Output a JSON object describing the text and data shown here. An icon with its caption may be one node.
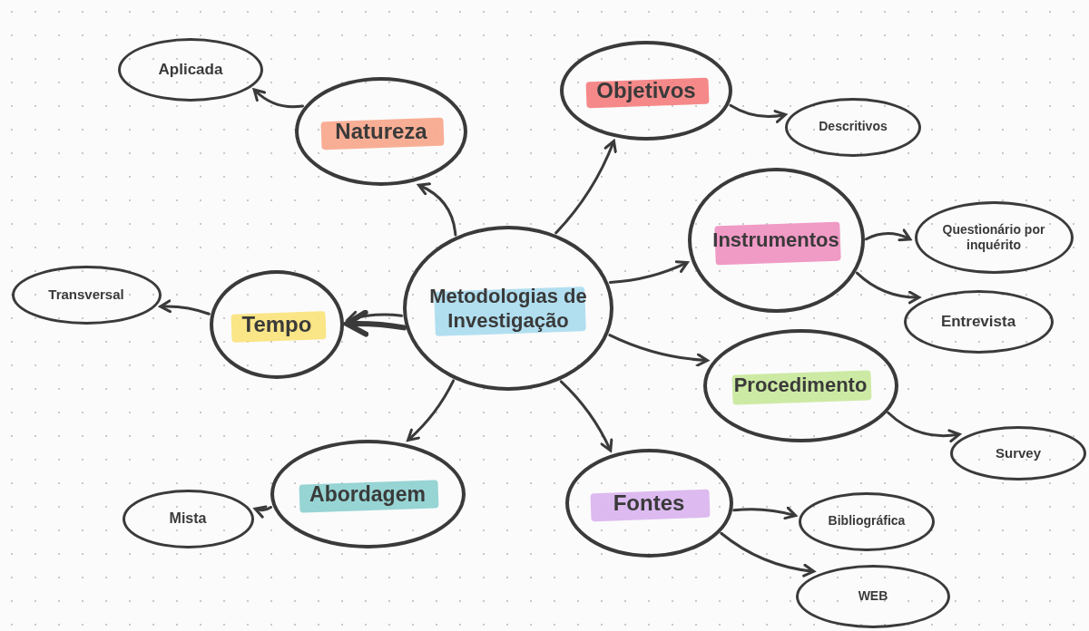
{
  "diagram": {
    "nodes": [
      {
        "text": [
          "Metodologias de Investigação"
        ]
      },
      {
        "text": [
          "Natureza"
        ]
      },
      {
        "text": [
          "Aplicada"
        ]
      },
      {
        "text": [
          "Objetivos"
        ]
      },
      {
        "text": [
          "Descritivos"
        ]
      },
      {
        "text": [
          "Instrumentos"
        ]
      },
      {
        "text": [
          "Questionário por inquérito"
        ]
      },
      {
        "text": [
          "Entrevista"
        ]
      },
      {
        "text": [
          "Tempo"
        ]
      },
      {
        "text": [
          "Transversal"
        ]
      },
      {
        "text": [
          "Procedimento"
        ]
      },
      {
        "text": [
          "Survey"
        ]
      },
      {
        "text": [
          "Abordagem"
        ]
      },
      {
        "text": [
          "Mista"
        ]
      },
      {
        "text": [
          "Fontes"
        ]
      },
      {
        "text": [
          "Bibliográfica"
        ]
      },
      {
        "text": [
          "WEB"
        ]
      }
    ],
    "edges": [
      {
        "from": 0,
        "to": 1,
        "arrow": "to"
      },
      {
        "from": 1,
        "to": 2,
        "arrow": "to"
      },
      {
        "from": 0,
        "to": 3,
        "arrow": "to"
      },
      {
        "from": 3,
        "to": 4,
        "arrow": "to"
      },
      {
        "from": 0,
        "to": 5,
        "arrow": "to"
      },
      {
        "from": 5,
        "to": 6,
        "arrow": "to"
      },
      {
        "from": 5,
        "to": 7,
        "arrow": "to"
      },
      {
        "from": 0,
        "to": 8,
        "arrow": "to"
      },
      {
        "from": 8,
        "to": 9,
        "arrow": "to"
      },
      {
        "from": 0,
        "to": 10,
        "arrow": "to"
      },
      {
        "from": 10,
        "to": 11,
        "arrow": "to"
      },
      {
        "from": 0,
        "to": 12,
        "arrow": "to"
      },
      {
        "from": 12,
        "to": 13,
        "arrow": "to"
      },
      {
        "from": 0,
        "to": 14,
        "arrow": "to"
      },
      {
        "from": 14,
        "to": 15,
        "arrow": "to"
      },
      {
        "from": 14,
        "to": 16,
        "arrow": "to"
      },
      {
        "from": 0,
        "to": 8,
        "arrow": "to",
        "style": "thick"
      }
    ]
  }
}
